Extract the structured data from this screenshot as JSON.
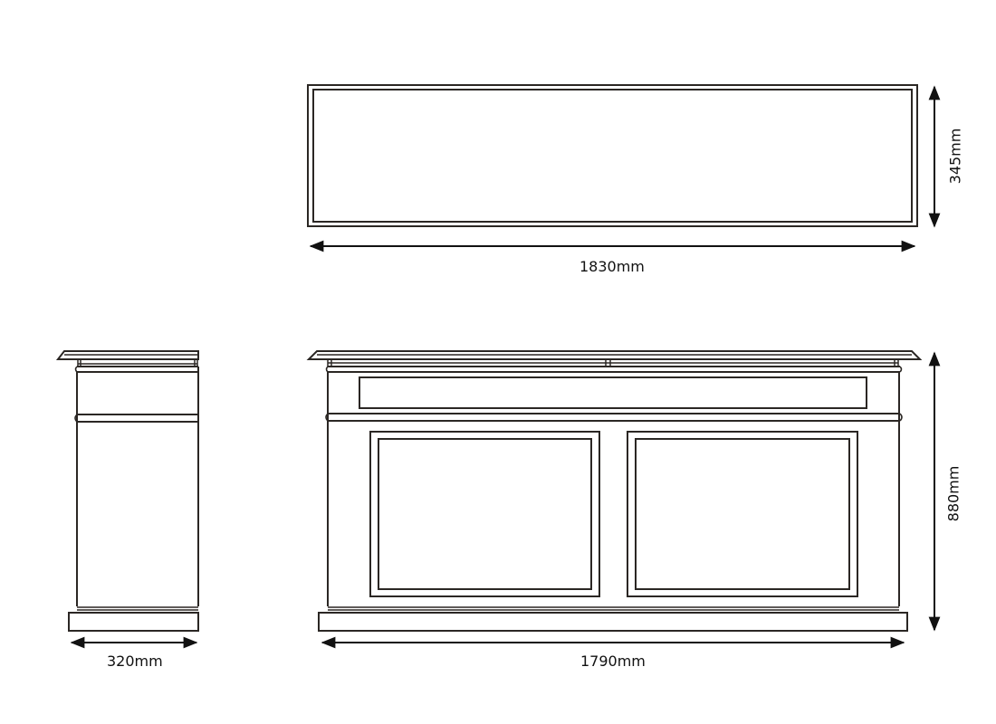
{
  "drawing": {
    "title": "Bar counter technical drawing",
    "line_color": "#2b2724",
    "views": [
      {
        "name": "top-view",
        "description": "Plan view of counter top"
      },
      {
        "name": "side-view",
        "description": "Side elevation"
      },
      {
        "name": "front-view",
        "description": "Front elevation with drawer and two panels"
      }
    ]
  },
  "dimensions": {
    "top_width": "1830mm",
    "top_depth": "345mm",
    "side_depth": "320mm",
    "front_width": "1790mm",
    "front_height": "880mm"
  }
}
